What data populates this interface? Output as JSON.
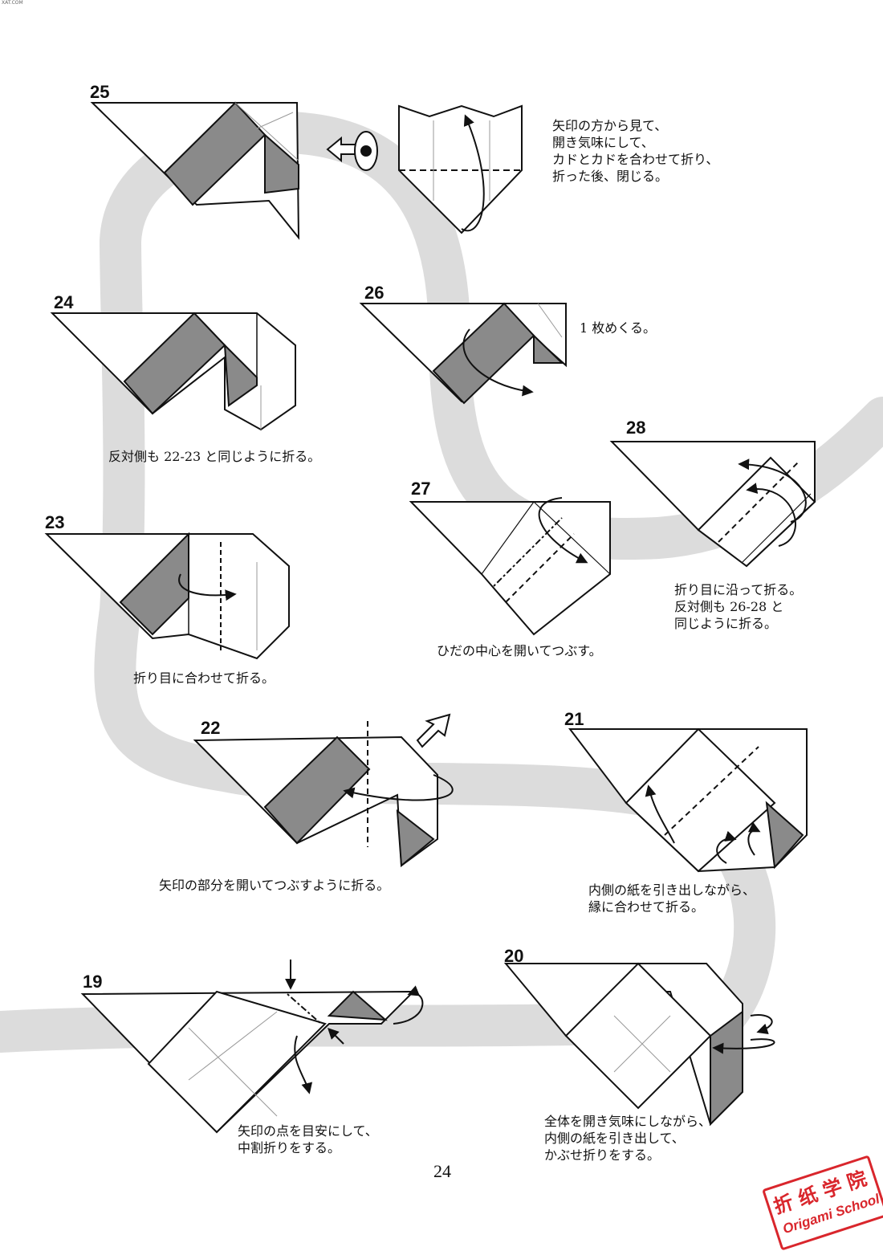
{
  "header": {
    "corner_mark": "XAT.COM"
  },
  "steps": [
    {
      "number": "25",
      "caption": [
        "矢印の方から見て、",
        "開き気味にして、",
        "カドとカドを合わせて折り、",
        "折った後、閉じる。"
      ]
    },
    {
      "number": "24",
      "caption": [
        "反対側も 22-23 と同じように折る。"
      ]
    },
    {
      "number": "26",
      "caption": [
        "1 枚めくる。"
      ]
    },
    {
      "number": "28",
      "caption": [
        "折り目に沿って折る。",
        "反対側も 26-28 と",
        "同じように折る。"
      ]
    },
    {
      "number": "27",
      "caption": [
        "ひだの中心を開いてつぶす。"
      ]
    },
    {
      "number": "23",
      "caption": [
        "折り目に合わせて折る。"
      ]
    },
    {
      "number": "22",
      "caption": [
        "矢印の部分を開いてつぶすように折る。"
      ]
    },
    {
      "number": "21",
      "caption": [
        "内側の紙を引き出しながら、",
        "縁に合わせて折る。"
      ]
    },
    {
      "number": "20",
      "caption": [
        "全体を開き気味にしながら、",
        "内側の紙を引き出して、",
        "かぶせ折りをする。"
      ]
    },
    {
      "number": "19",
      "caption": [
        "矢印の点を目安にして、",
        "中割折りをする。"
      ]
    }
  ],
  "page_number": "24",
  "watermark": {
    "chinese": "折纸学院",
    "english": "Origami School"
  },
  "colors": {
    "ink": "#111111",
    "shade": "#8a8a8a",
    "path": "#dcdcdc",
    "stamp": "#d9262c"
  }
}
